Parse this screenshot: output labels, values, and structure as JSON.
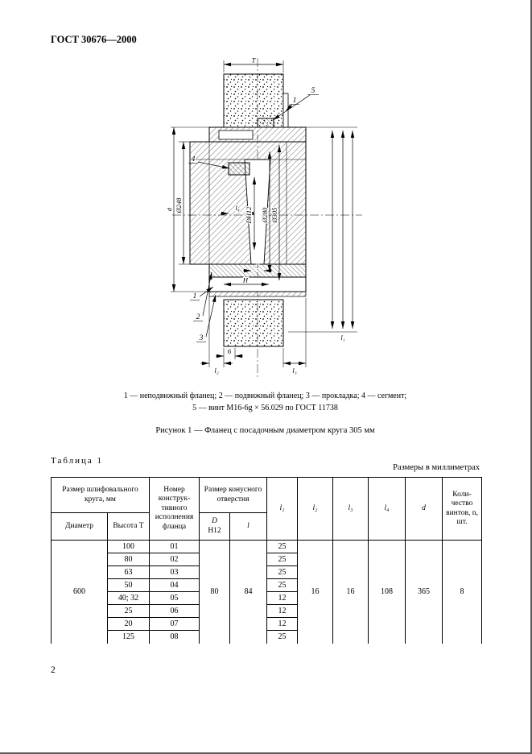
{
  "page": {
    "header": "ГОСТ 30676—2000",
    "page_number": "2"
  },
  "figure": {
    "caption_line1": "1 — неподвижный фланец; 2 — подвижный фланец; 3 — прокладка; 4 — сегмент;",
    "caption_line2": "5 — винт М16-6g × 56.029 по ГОСТ 11738",
    "title": "Рисунок 1 — Фланец с посадочным диаметром круга 305 мм",
    "dims": {
      "t": "T",
      "d": "d",
      "d248": "Ø248",
      "dh12": "DH12",
      "d280": "Ø280",
      "d305": "Ø305",
      "l": "l",
      "h": "H",
      "l1": "l₁",
      "l2": "l₂",
      "l3": "l₃",
      "l4": "l₄",
      "n6": "6",
      "c1": "1",
      "c1top": "1",
      "c2": "2",
      "c3": "3",
      "c4": "4",
      "c5": "5"
    }
  },
  "table": {
    "label": "Таблица 1",
    "units": "Размеры в миллиметрах",
    "headers": {
      "wheel": "Размер шлифовального круга, мм",
      "diameter": "Диаметр",
      "height": "Высота T",
      "design": "Номер конструк-тивного исполнения фланца",
      "cone": "Размер конусного отверстия",
      "D": "D",
      "DH12sub": "Н12",
      "l": "l",
      "l1": "l₁",
      "l2": "l₂",
      "l3": "l₃",
      "l4": "l₄",
      "d": "d",
      "screws": "Коли-чество винтов, n, шт."
    },
    "diameter": "600",
    "rows": [
      {
        "height": "100",
        "num": "01",
        "l1": "25"
      },
      {
        "height": "80",
        "num": "02",
        "l1": "25"
      },
      {
        "height": "63",
        "num": "03",
        "l1": "25"
      },
      {
        "height": "50",
        "num": "04",
        "l1": "25"
      },
      {
        "height": "40; 32",
        "num": "05",
        "l1": "12"
      },
      {
        "height": "25",
        "num": "06",
        "l1": "12"
      },
      {
        "height": "20",
        "num": "07",
        "l1": "12"
      },
      {
        "height": "125",
        "num": "08",
        "l1": "25"
      }
    ],
    "merged": {
      "D": "80",
      "l": "84",
      "l2": "16",
      "l3": "16",
      "l4": "108",
      "d": "365",
      "n": "8"
    }
  }
}
